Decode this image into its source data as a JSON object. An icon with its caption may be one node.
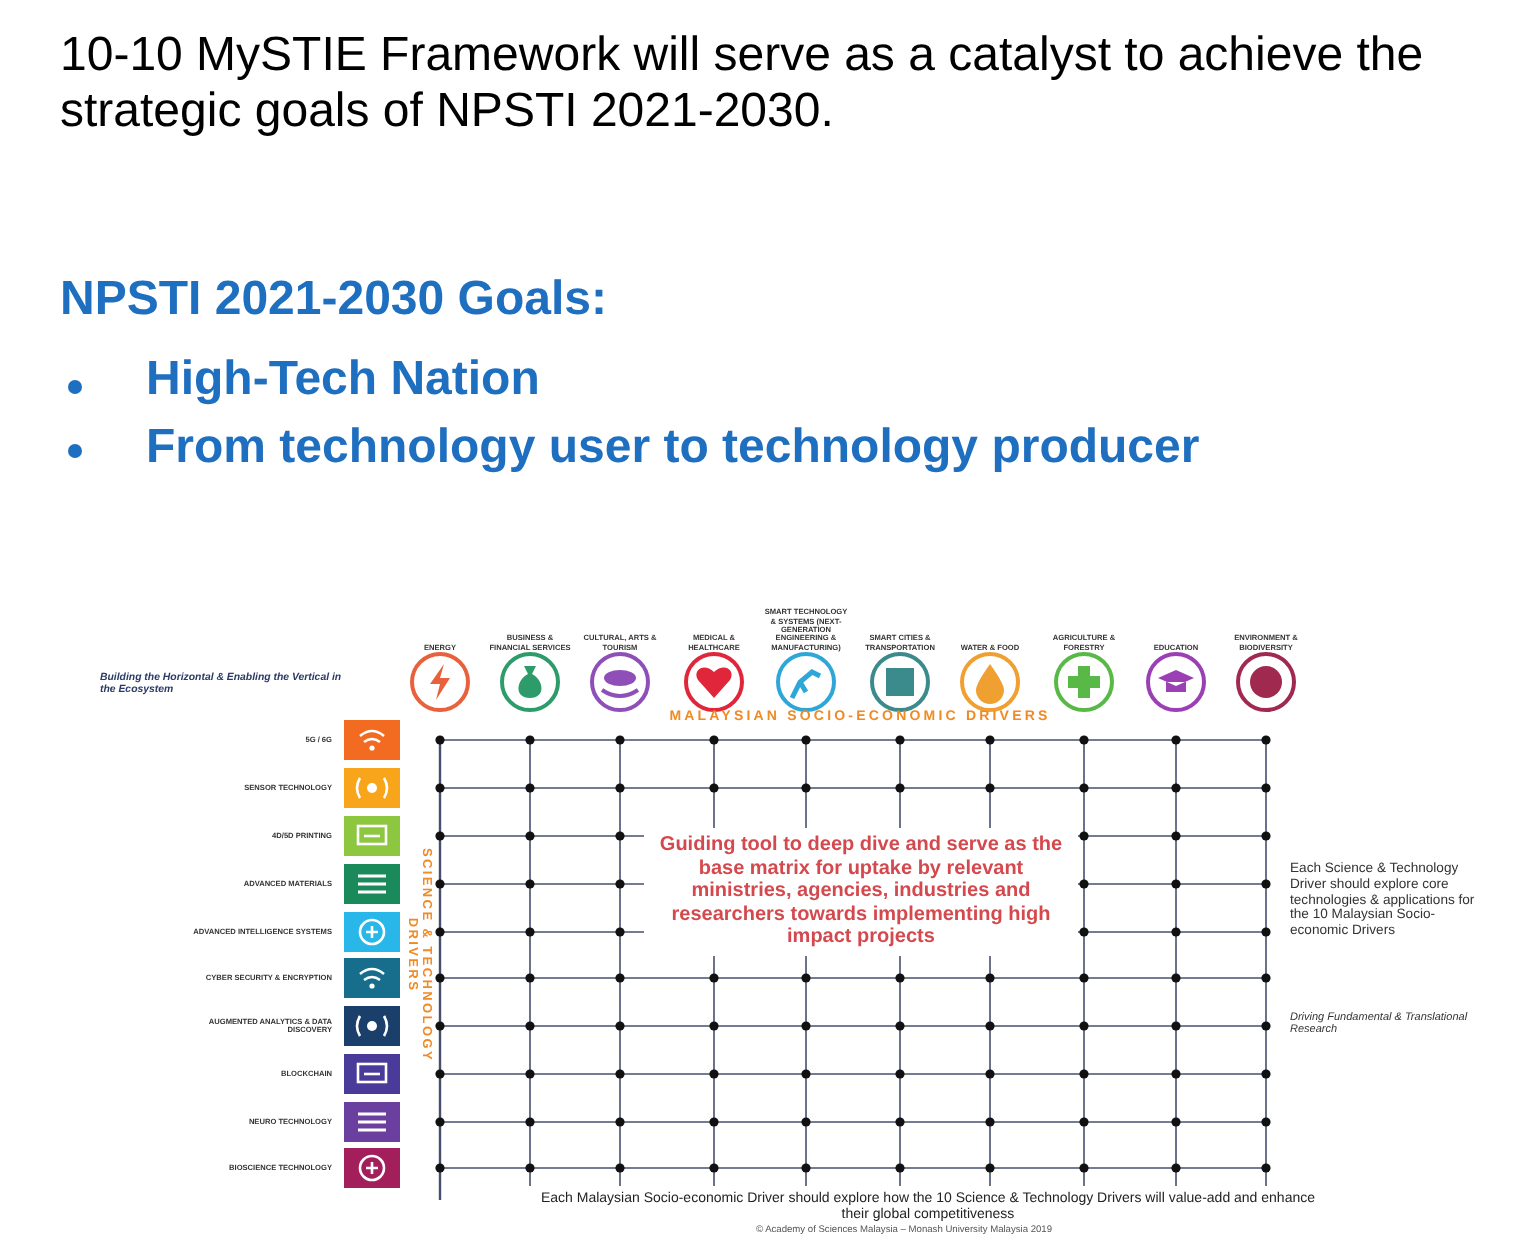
{
  "diagram": {
    "labels": [
      "10-10 MySTIE Framework will serve as a catalyst to achieve the strategic goals of NPSTI 2021-2030.",
      "NPSTI 2021-2030 Goals:",
      "High-Tech Nation",
      "From technology user to technology producer",
      "Building the Horizontal & Enabling the Vertical in the Ecosystem",
      "ENERGY",
      "BUSINESS & FINANCIAL SERVICES",
      "CULTURAL, ARTS & TOURISM",
      "MEDICAL & HEALTHCARE",
      "SMART TECHNOLOGY & SYSTEMS (NEXT-GENERATION ENGINEERING & MANUFACTURING)",
      "SMART CITIES & TRANSPORTATION",
      "WATER & FOOD",
      "AGRICULTURE & FORESTRY",
      "EDUCATION",
      "ENVIRONMENT & BIODIVERSITY",
      "MALAYSIAN SOCIO-ECONOMIC DRIVERS",
      "5G / 6G",
      "SENSOR TECHNOLOGY",
      "4D/5D PRINTING",
      "ADVANCED MATERIALS",
      "ADVANCED INTELLIGENCE SYSTEMS",
      "CYBER SECURITY & ENCRYPTION",
      "AUGMENTED ANALYTICS & DATA DISCOVERY",
      "BLOCKCHAIN",
      "NEURO TECHNOLOGY",
      "BIOSCIENCE TECHNOLOGY",
      "SCIENCE & TECHNOLOGY DRIVERS",
      "Guiding tool to deep dive and serve as the base matrix for uptake by relevant ministries, agencies, industries and researchers towards implementing high impact projects",
      "Each Science & Technology Driver should explore core technologies & applications for the 10 Malaysian Socio-economic Drivers",
      "Driving Fundamental & Translational Research",
      "Each Malaysian Socio-economic Driver should explore how the 10 Science & Technology Drivers will value-add and enhance their global competitiveness",
      "© Academy of Sciences Malaysia – Monash University Malaysia 2019"
    ]
  }
}
